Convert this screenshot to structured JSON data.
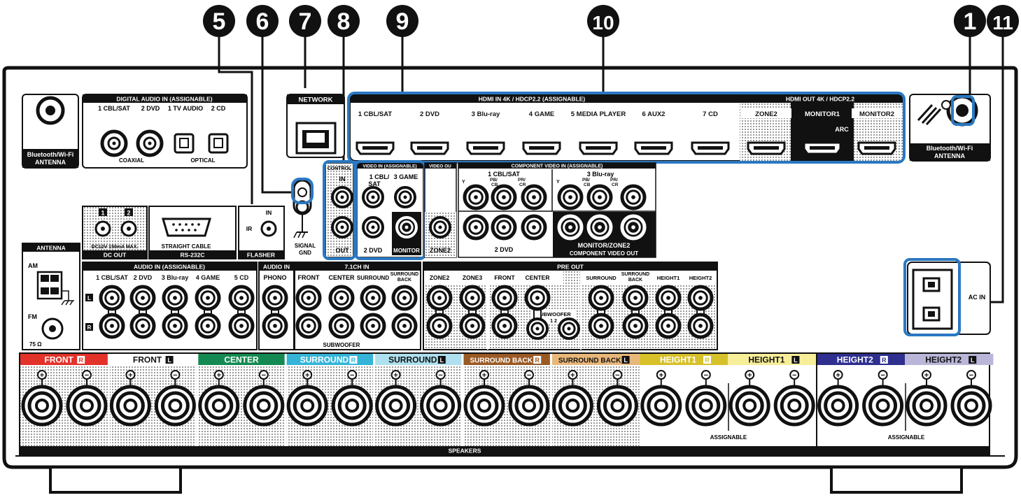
{
  "callouts": [
    "5",
    "6",
    "7",
    "8",
    "9",
    "10",
    "1",
    "11"
  ],
  "antenna_left": "Bluetooth/Wi-Fi ANTENNA",
  "antenna_right": "Bluetooth/Wi-Fi ANTENNA",
  "digital_audio": {
    "title": "DIGITAL AUDIO IN (ASSIGNABLE)",
    "labels": [
      "1 CBL/SAT",
      "2 DVD",
      "1 TV AUDIO",
      "2 CD"
    ],
    "coaxial": "COAXIAL",
    "optical": "OPTICAL"
  },
  "network": "NETWORK",
  "hdmi_in": {
    "title": "HDMI IN  4K / HDCP2.2  (ASSIGNABLE)",
    "ports": [
      "1 CBL/SAT",
      "2 DVD",
      "3 Blu-ray",
      "4 GAME",
      "5 MEDIA PLAYER",
      "6 AUX2",
      "7 CD"
    ]
  },
  "hdmi_out": {
    "title": "HDMI OUT  4K / HDCP2.2",
    "ports": [
      "ZONE2",
      "MONITOR1",
      "MONITOR2"
    ],
    "arc": "ARC"
  },
  "signal_gnd": "SIGNAL GND",
  "remote_control": {
    "title": "CONTROL",
    "in": "IN",
    "out": "OUT"
  },
  "video_in": {
    "title": "VIDEO IN (ASSIGNABLE)",
    "ports": [
      "1 CBL/ SAT",
      "3 GAME",
      "2 DVD"
    ],
    "monitor": "MONITOR"
  },
  "video_out": {
    "title": "VIDEO OU",
    "zone2": "ZONE2"
  },
  "component_in": {
    "title": "COMPONENT VIDEO IN (ASSIGNABLE)",
    "cbl": "1 CBL/SAT",
    "bluray": "3 Blu-ray",
    "dvd": "2 DVD",
    "y": "Y",
    "pb": "PB/ CB",
    "pr": "PR/ CR"
  },
  "component_out": {
    "title": "COMPONENT VIDEO OUT",
    "sub": "MONITOR/ZONE2"
  },
  "dc_out": {
    "title": "DC OUT",
    "spec": "DC12V 150mA MAX.",
    "n1": "1",
    "n2": "2"
  },
  "rs232": {
    "title": "RS-232C",
    "cable": "STRAIGHT CABLE"
  },
  "flasher": {
    "title": "FLASHER",
    "in": "IN",
    "ir": "IR"
  },
  "antenna": {
    "title": "ANTENNA",
    "am": "AM",
    "fm": "FM",
    "ohm": "75 Ω"
  },
  "audio_in": {
    "title": "AUDIO IN (ASSIGNABLE)",
    "labels": [
      "1 CBL/SAT",
      "2 DVD",
      "3 Blu-ray",
      "4 GAME",
      "5 CD"
    ],
    "l": "L",
    "r": "R"
  },
  "audio_in2": {
    "title": "AUDIO IN",
    "phono": "PHONO"
  },
  "ch71": {
    "title": "7.1CH IN",
    "labels": [
      "FRONT",
      "CENTER",
      "SURROUND",
      "SURROUND BACK"
    ],
    "sub": "SUBWOOFER"
  },
  "pre_out": {
    "title": "PRE OUT",
    "labels": [
      "ZONE2",
      "ZONE3",
      "FRONT",
      "CENTER",
      "SURROUND",
      "SURROUND BACK",
      "HEIGHT1",
      "HEIGHT2"
    ],
    "sub": "SUBWOOFER",
    "sub_nums": "1  2"
  },
  "ac_in": "AC IN",
  "speakers": {
    "title": "SPEAKERS",
    "assignable": "ASSIGNABLE",
    "channels": [
      {
        "label": "FRONT",
        "side": "R",
        "color": "#e3322a"
      },
      {
        "label": "FRONT",
        "side": "L",
        "color": "#ffffff"
      },
      {
        "label": "CENTER",
        "side": "",
        "color": "#148a52"
      },
      {
        "label": "SURROUND",
        "side": "R",
        "color": "#35b4d8"
      },
      {
        "label": "SURROUND",
        "side": "L",
        "color": "#aee0ef"
      },
      {
        "label": "SURROUND BACK",
        "side": "R",
        "color": "#9a5a25"
      },
      {
        "label": "SURROUND BACK",
        "side": "L",
        "color": "#e8b77a"
      },
      {
        "label": "HEIGHT1",
        "side": "R",
        "color": "#d7c12a"
      },
      {
        "label": "HEIGHT1",
        "side": "L",
        "color": "#f7ee9a"
      },
      {
        "label": "HEIGHT2",
        "side": "R",
        "color": "#2e2f8e"
      },
      {
        "label": "HEIGHT2",
        "side": "L",
        "color": "#b9b6d9"
      }
    ]
  }
}
